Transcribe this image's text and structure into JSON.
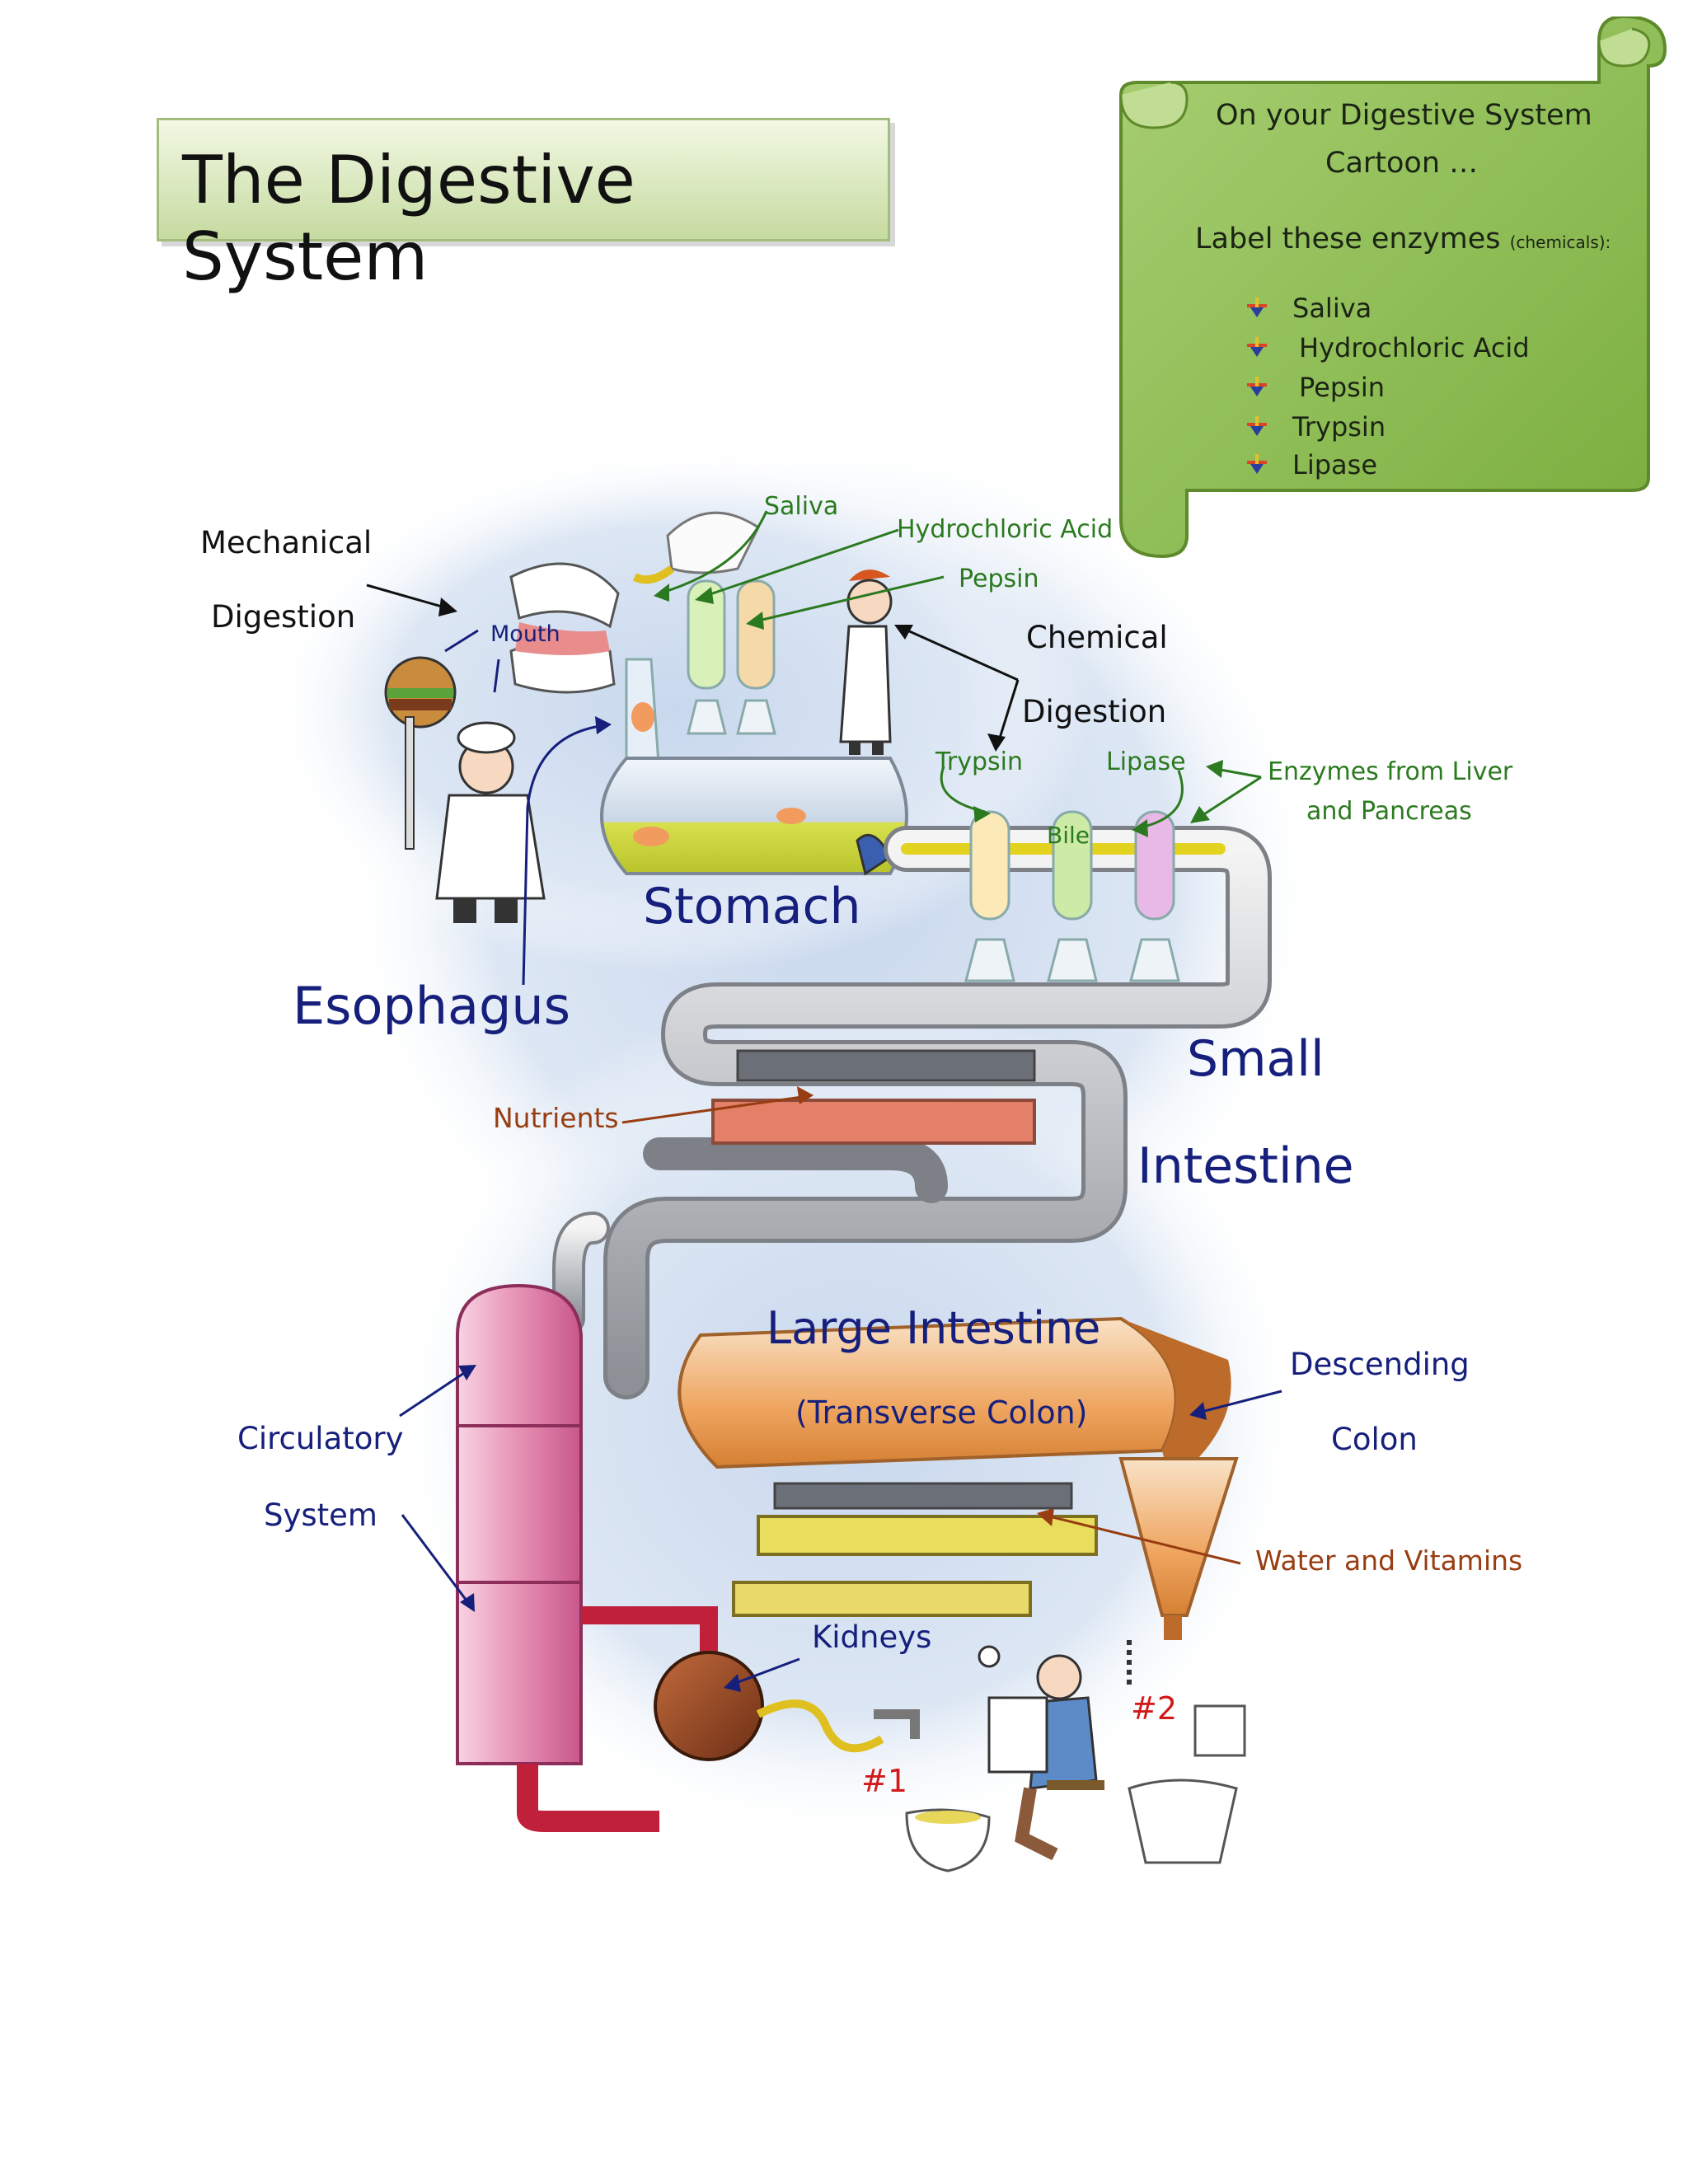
{
  "page": {
    "title": "The Digestive System"
  },
  "instructions": {
    "line1": "On your Digestive System",
    "line2": "Cartoon …",
    "line3": "Label these enzymes",
    "line3_small": "(chemicals):",
    "enzymes": [
      "Saliva",
      "Hydrochloric Acid",
      "Pepsin",
      "Trypsin",
      "Lipase"
    ]
  },
  "labels": {
    "mechanical": "Mechanical",
    "mechanical_digestion": "Digestion",
    "mouth": "Mouth",
    "saliva": "Saliva",
    "hydrochloric_acid": "Hydrochloric Acid",
    "pepsin": "Pepsin",
    "chemical": "Chemical",
    "chemical_digestion": "Digestion",
    "trypsin": "Trypsin",
    "lipase": "Lipase",
    "bile": "Bile",
    "enzymes_line1": "Enzymes from Liver",
    "enzymes_line2": "and Pancreas",
    "stomach": "Stomach",
    "esophagus": "Esophagus",
    "small": "Small",
    "intestine": "Intestine",
    "nutrients": "Nutrients",
    "large_intestine": "Large Intestine",
    "transverse_colon": "(Transverse Colon)",
    "descending": "Descending",
    "colon": "Colon",
    "circulatory": "Circulatory",
    "system": "System",
    "water_vitamins": "Water and Vitamins",
    "kidneys": "Kidneys",
    "num1": "#1",
    "num2": "#2"
  },
  "colors": {
    "enzyme_label": "#2b7a1f",
    "organ_label": "#16207c",
    "absorption_label": "#983d12",
    "exit_label": "#d21a1a",
    "scroll_green": "#8fbf55"
  }
}
